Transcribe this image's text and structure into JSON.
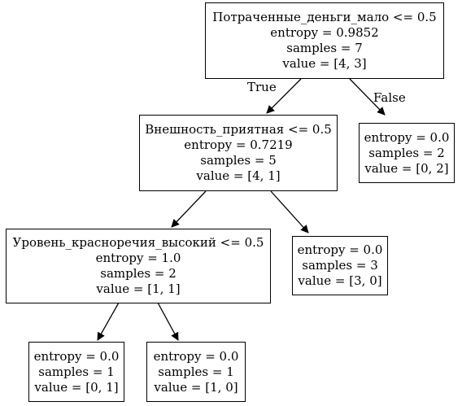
{
  "nodes": {
    "root": {
      "condition": "Потраченные_деньги_мало <= 0.5",
      "entropy": "entropy = 0.9852",
      "samples": "samples = 7",
      "value": "value = [4, 3]"
    },
    "n1": {
      "condition": "Внешность_приятная <= 0.5",
      "entropy": "entropy = 0.7219",
      "samples": "samples = 5",
      "value": "value = [4, 1]"
    },
    "n2": {
      "entropy": "entropy = 0.0",
      "samples": "samples = 2",
      "value": "value = [0, 2]"
    },
    "n3": {
      "condition": "Уровень_красноречия_высокий <= 0.5",
      "entropy": "entropy = 1.0",
      "samples": "samples = 2",
      "value": "value = [1, 1]"
    },
    "n4": {
      "entropy": "entropy = 0.0",
      "samples": "samples = 3",
      "value": "value = [3, 0]"
    },
    "n5": {
      "entropy": "entropy = 0.0",
      "samples": "samples = 1",
      "value": "value = [0, 1]"
    },
    "n6": {
      "entropy": "entropy = 0.0",
      "samples": "samples = 1",
      "value": "value = [1, 0]"
    }
  },
  "edge_labels": {
    "true": "True",
    "false": "False"
  }
}
